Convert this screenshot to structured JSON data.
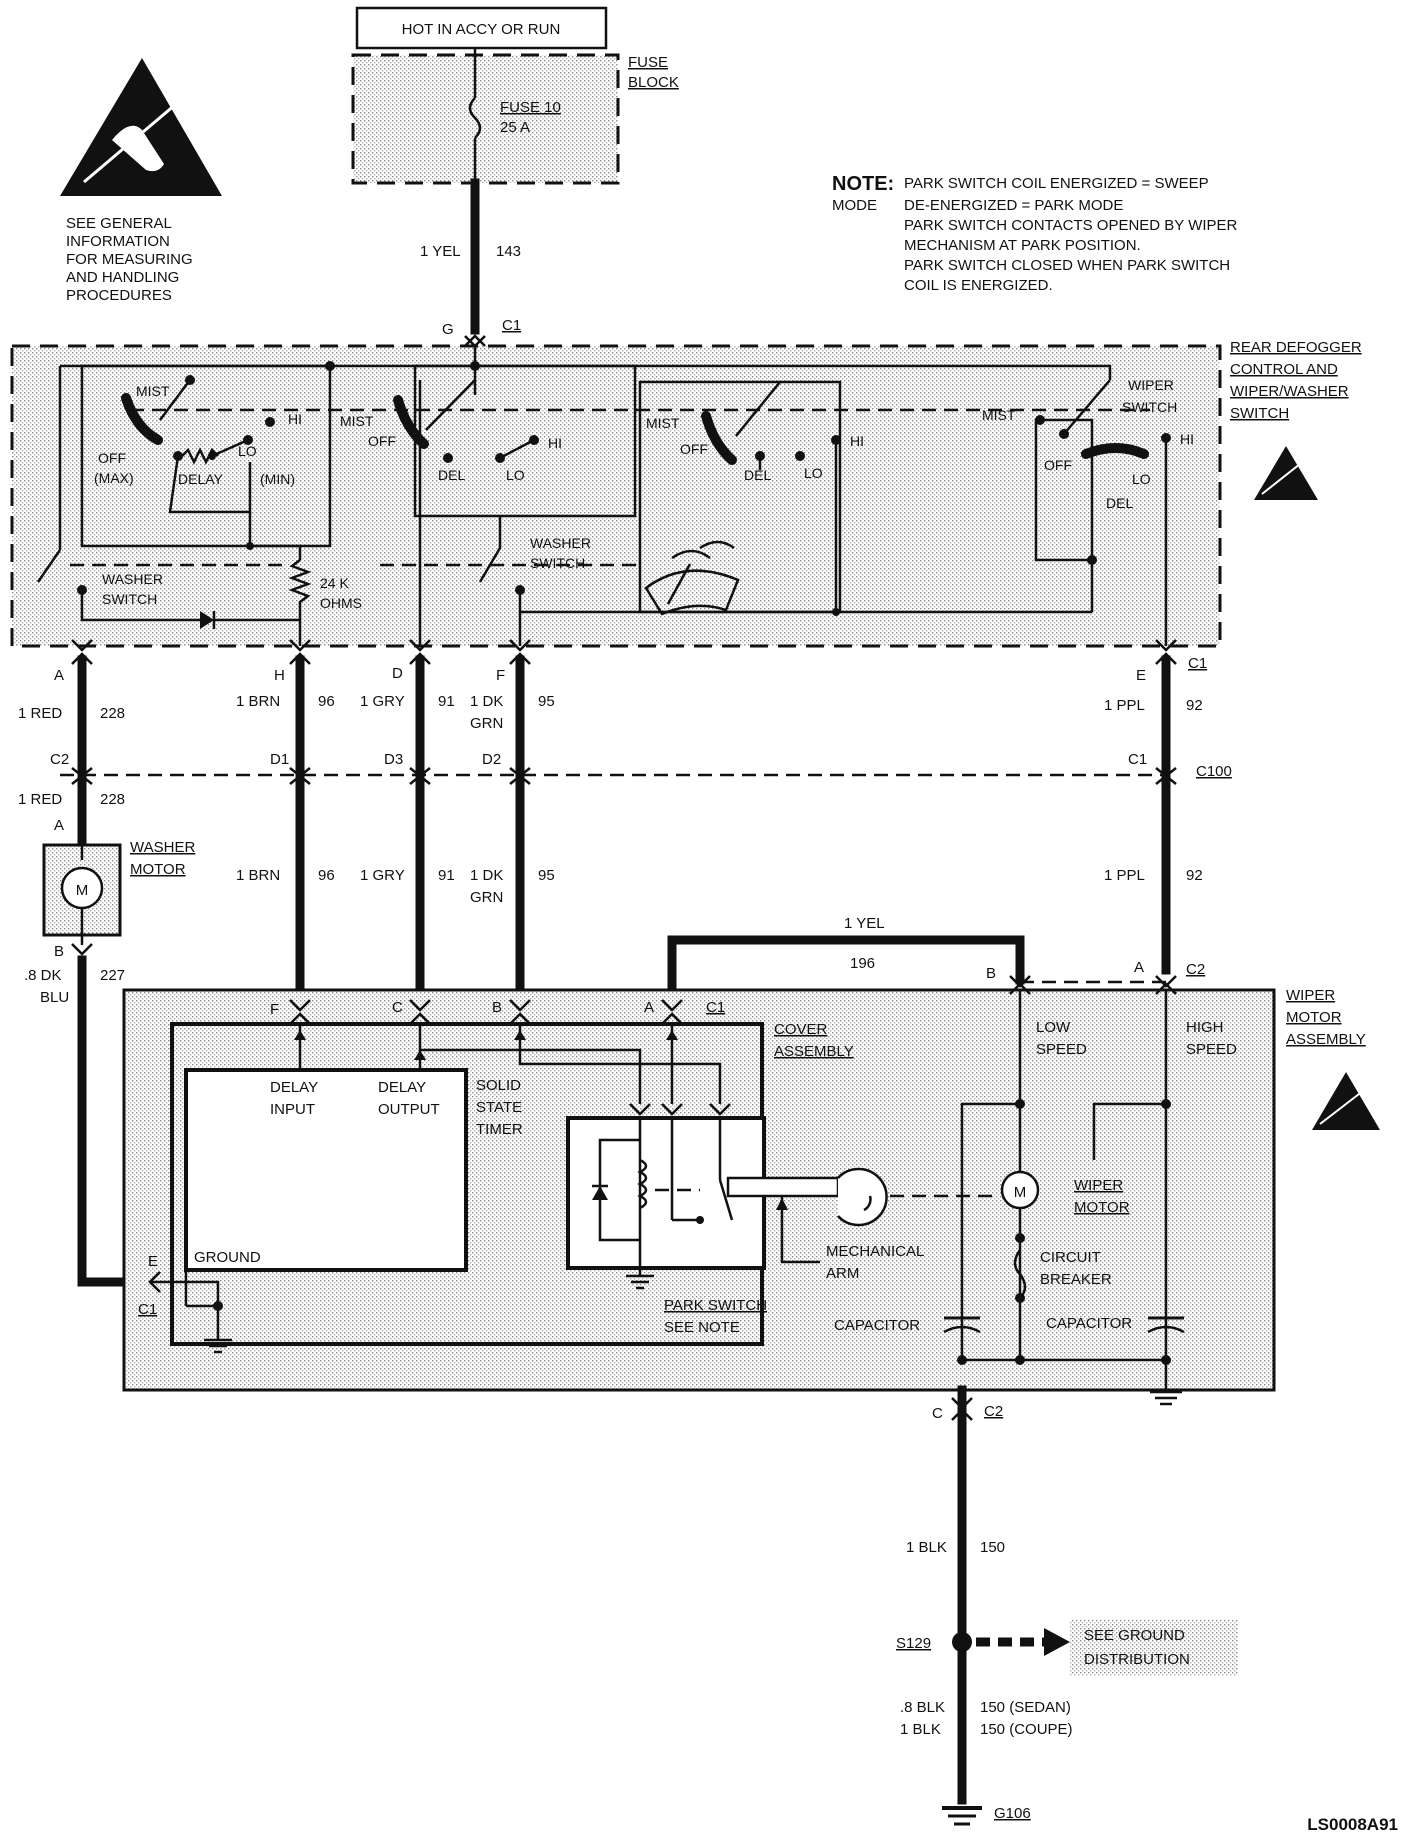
{
  "header": {
    "power_label": "HOT IN ACCY OR RUN",
    "fuse_block": [
      "FUSE",
      "BLOCK"
    ],
    "fuse_name": "FUSE 10",
    "fuse_rating": "25 A",
    "code": "LS0008A91"
  },
  "esd_note": [
    "SEE GENERAL",
    "INFORMATION",
    "FOR MEASURING",
    "AND HANDLING",
    "PROCEDURES"
  ],
  "note": {
    "key": "NOTE:",
    "lines": [
      "PARK SWITCH COIL ENERGIZED = SWEEP",
      "DE-ENERGIZED = PARK MODE",
      "PARK SWITCH CONTACTS OPENED BY WIPER",
      "MECHANISM AT PARK POSITION.",
      "PARK SWITCH  CLOSED WHEN PARK SWITCH",
      "COIL IS ENERGIZED."
    ],
    "mode": "MODE"
  },
  "switch_block": {
    "title": [
      "REAR DEFOGGER",
      "CONTROL AND",
      "WIPER/WASHER",
      "SWITCH"
    ],
    "wiper_switch": [
      "WIPER",
      "SWITCH"
    ],
    "washer_switch": [
      "WASHER",
      "SWITCH"
    ],
    "resistor": [
      "24 K",
      "OHMS"
    ],
    "labels": {
      "mist": "MIST",
      "off": "OFF",
      "max": "(MAX)",
      "delay": "DELAY",
      "min": "(MIN)",
      "hi": "HI",
      "lo": "LO",
      "del": "DEL"
    }
  },
  "connectors": {
    "c1": "C1",
    "c2": "C2",
    "c100": "C100",
    "g": "G",
    "a": "A",
    "b": "B",
    "c": "C",
    "d": "D",
    "e": "E",
    "f": "F",
    "h": "H",
    "d1": "D1",
    "d2": "D2",
    "d3": "D3"
  },
  "wires": {
    "w143": {
      "color": "1 YEL",
      "circuit": "143"
    },
    "w228": {
      "color": "1 RED",
      "circuit": "228"
    },
    "w96": {
      "color": "1 BRN",
      "circuit": "96"
    },
    "w91": {
      "color": "1 GRY",
      "circuit": "91"
    },
    "w95": {
      "color": [
        "1 DK",
        "GRN"
      ],
      "circuit": "95"
    },
    "w92": {
      "color": "1 PPL",
      "circuit": "92"
    },
    "w196": {
      "color": "1 YEL",
      "circuit": "196"
    },
    "w227": {
      "color": [
        ".8 DK",
        "BLU"
      ],
      "circuit": "227"
    },
    "w150": {
      "color": "1 BLK",
      "circuit": "150"
    },
    "w150_sedan": {
      "color": ".8 BLK",
      "circuit": "150 (SEDAN)"
    },
    "w150_coupe": {
      "color": "1 BLK",
      "circuit": "150 (COUPE)"
    }
  },
  "washer_motor": {
    "label": [
      "WASHER",
      "MOTOR"
    ],
    "symbol": "M"
  },
  "wiper_motor_assembly": {
    "title": [
      "WIPER",
      "MOTOR",
      "ASSEMBLY"
    ],
    "cover": [
      "COVER",
      "ASSEMBLY"
    ],
    "delay_input": [
      "DELAY",
      "INPUT"
    ],
    "delay_output": [
      "DELAY",
      "OUTPUT"
    ],
    "solid_state_timer": [
      "SOLID",
      "STATE",
      "TIMER"
    ],
    "ground": "GROUND",
    "park_switch": [
      "PARK SWITCH",
      "SEE NOTE"
    ],
    "mechanical_arm": [
      "MECHANICAL",
      "ARM"
    ],
    "low_speed": [
      "LOW",
      "SPEED"
    ],
    "high_speed": [
      "HIGH",
      "SPEED"
    ],
    "wiper_motor": [
      "WIPER",
      "MOTOR"
    ],
    "circuit_breaker": [
      "CIRCUIT",
      "BREAKER"
    ],
    "capacitor": "CAPACITOR",
    "motor_symbol": "M"
  },
  "ground_dist": {
    "splice": "S129",
    "label": [
      "SEE GROUND",
      "DISTRIBUTION"
    ],
    "ground": "G106"
  }
}
